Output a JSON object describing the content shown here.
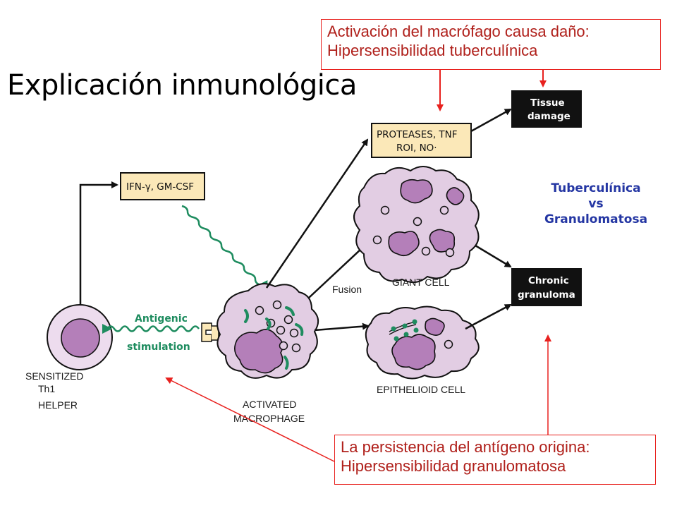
{
  "title": "Explicación inmunológica",
  "callouts": {
    "top": {
      "line1": "Activación del macrófago  causa daño:",
      "line2": "Hipersensibilidad tuberculínica"
    },
    "bottom": {
      "line1": "La persistencia del antígeno origina:",
      "line2": "Hipersensibilidad granulomatosa"
    }
  },
  "comparison": {
    "line1": "Tuberculínica",
    "line2": "vs",
    "line3": "Granulomatosa"
  },
  "diagram": {
    "cytokine_box": "IFN-γ, GM-CSF",
    "mediators_box": {
      "line1": "PROTEASES, TNF",
      "line2": "ROI, NO·"
    },
    "tissue_damage": {
      "line1": "Tissue",
      "line2": "damage"
    },
    "chronic_granuloma": {
      "line1": "Chronic",
      "line2": "granuloma"
    },
    "antigenic_stimulation": {
      "line1": "Antigenic",
      "line2": "stimulation"
    },
    "fusion": "Fusion",
    "giant_cell": "GIANT CELL",
    "epithelioid_cell": "EPITHELIOID CELL",
    "helper": {
      "line1": "SENSITIZED",
      "line2": "Th1",
      "line3": "HELPER"
    },
    "macrophage": {
      "line1": "ACTIVATED",
      "line2": "MACROPHAGE"
    }
  },
  "colors": {
    "callout_border": "#e8211e",
    "callout_text": "#b0201b",
    "comparison_text": "#2436a3",
    "cell_fill": "#e2cde3",
    "nucleus_fill": "#b47fb9",
    "box_fill": "#fbe8b8",
    "green": "#1e8c5f"
  }
}
